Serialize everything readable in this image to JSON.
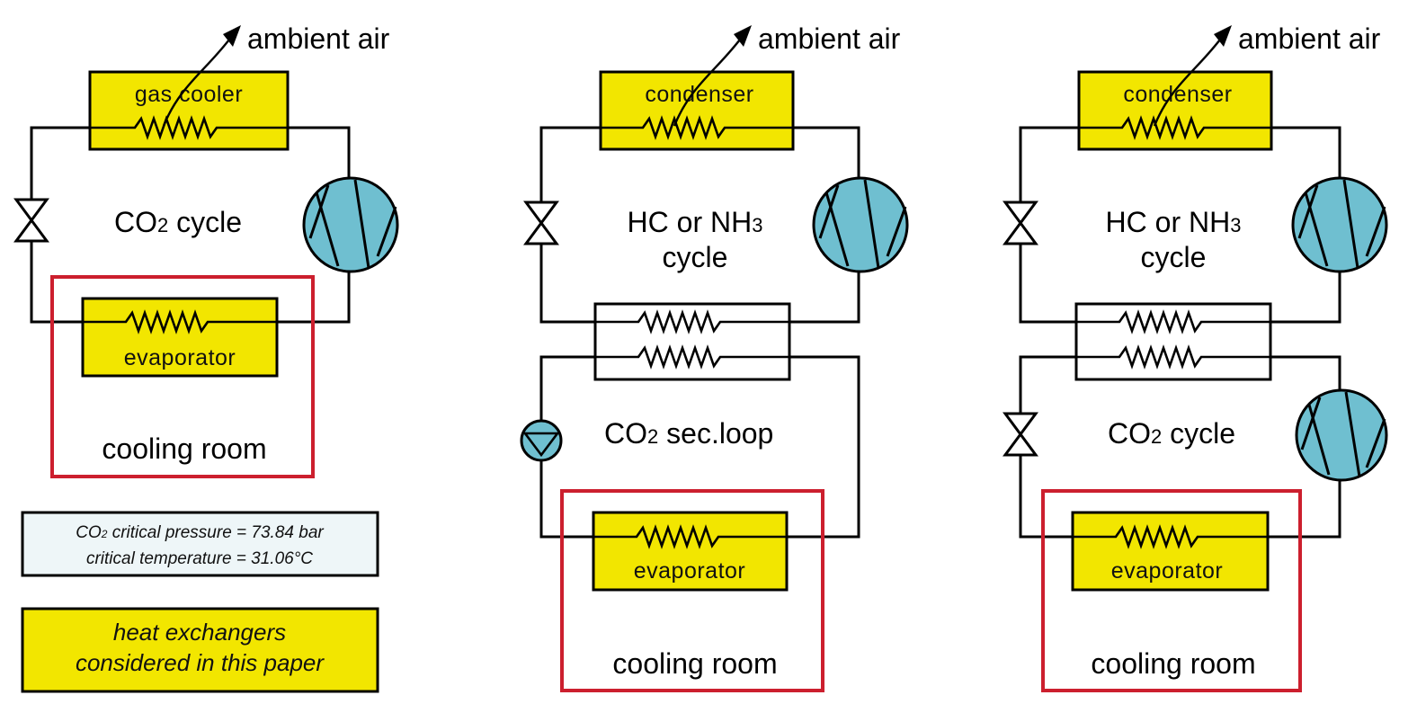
{
  "colors": {
    "heat_exchanger_fill": "#f2e600",
    "cooling_room_border": "#cc1f2e",
    "compressor_fill": "#6fbfd0",
    "info_box_fill": "#eef6f8"
  },
  "panel1": {
    "ambient_label": "ambient air",
    "top_hx_label": "gas cooler",
    "cycle_label": "CO",
    "cycle_sub": "2",
    "cycle_rest": " cycle",
    "evap_label": "evaporator",
    "room_label": "cooling room",
    "icons": [
      "expansion-valve-icon",
      "compressor-icon"
    ]
  },
  "panel2": {
    "ambient_label": "ambient air",
    "top_hx_label": "condenser",
    "cycle_line1_a": "HC or NH",
    "cycle_line1_sub": "3",
    "cycle_line2": "cycle",
    "loop_label": "CO",
    "loop_sub": "2",
    "loop_rest": " sec.loop",
    "evap_label": "evaporator",
    "room_label": "cooling room",
    "icons": [
      "expansion-valve-icon",
      "compressor-icon",
      "pump-icon"
    ]
  },
  "panel3": {
    "ambient_label": "ambient air",
    "top_hx_label": "condenser",
    "cycle_line1_a": "HC or NH",
    "cycle_line1_sub": "3",
    "cycle_line2": "cycle",
    "low_label": "CO",
    "low_sub": "2",
    "low_rest": " cycle",
    "evap_label": "evaporator",
    "room_label": "cooling room",
    "icons": [
      "expansion-valve-icon",
      "compressor-icon"
    ]
  },
  "info_box": {
    "line1_a": "CO",
    "line1_sub": "2",
    "line1_b": " critical pressure = 73.84 bar",
    "line2": "critical temperature = 31.06°C"
  },
  "legend_box": {
    "line1": "heat exchangers",
    "line2": "considered in this paper"
  }
}
